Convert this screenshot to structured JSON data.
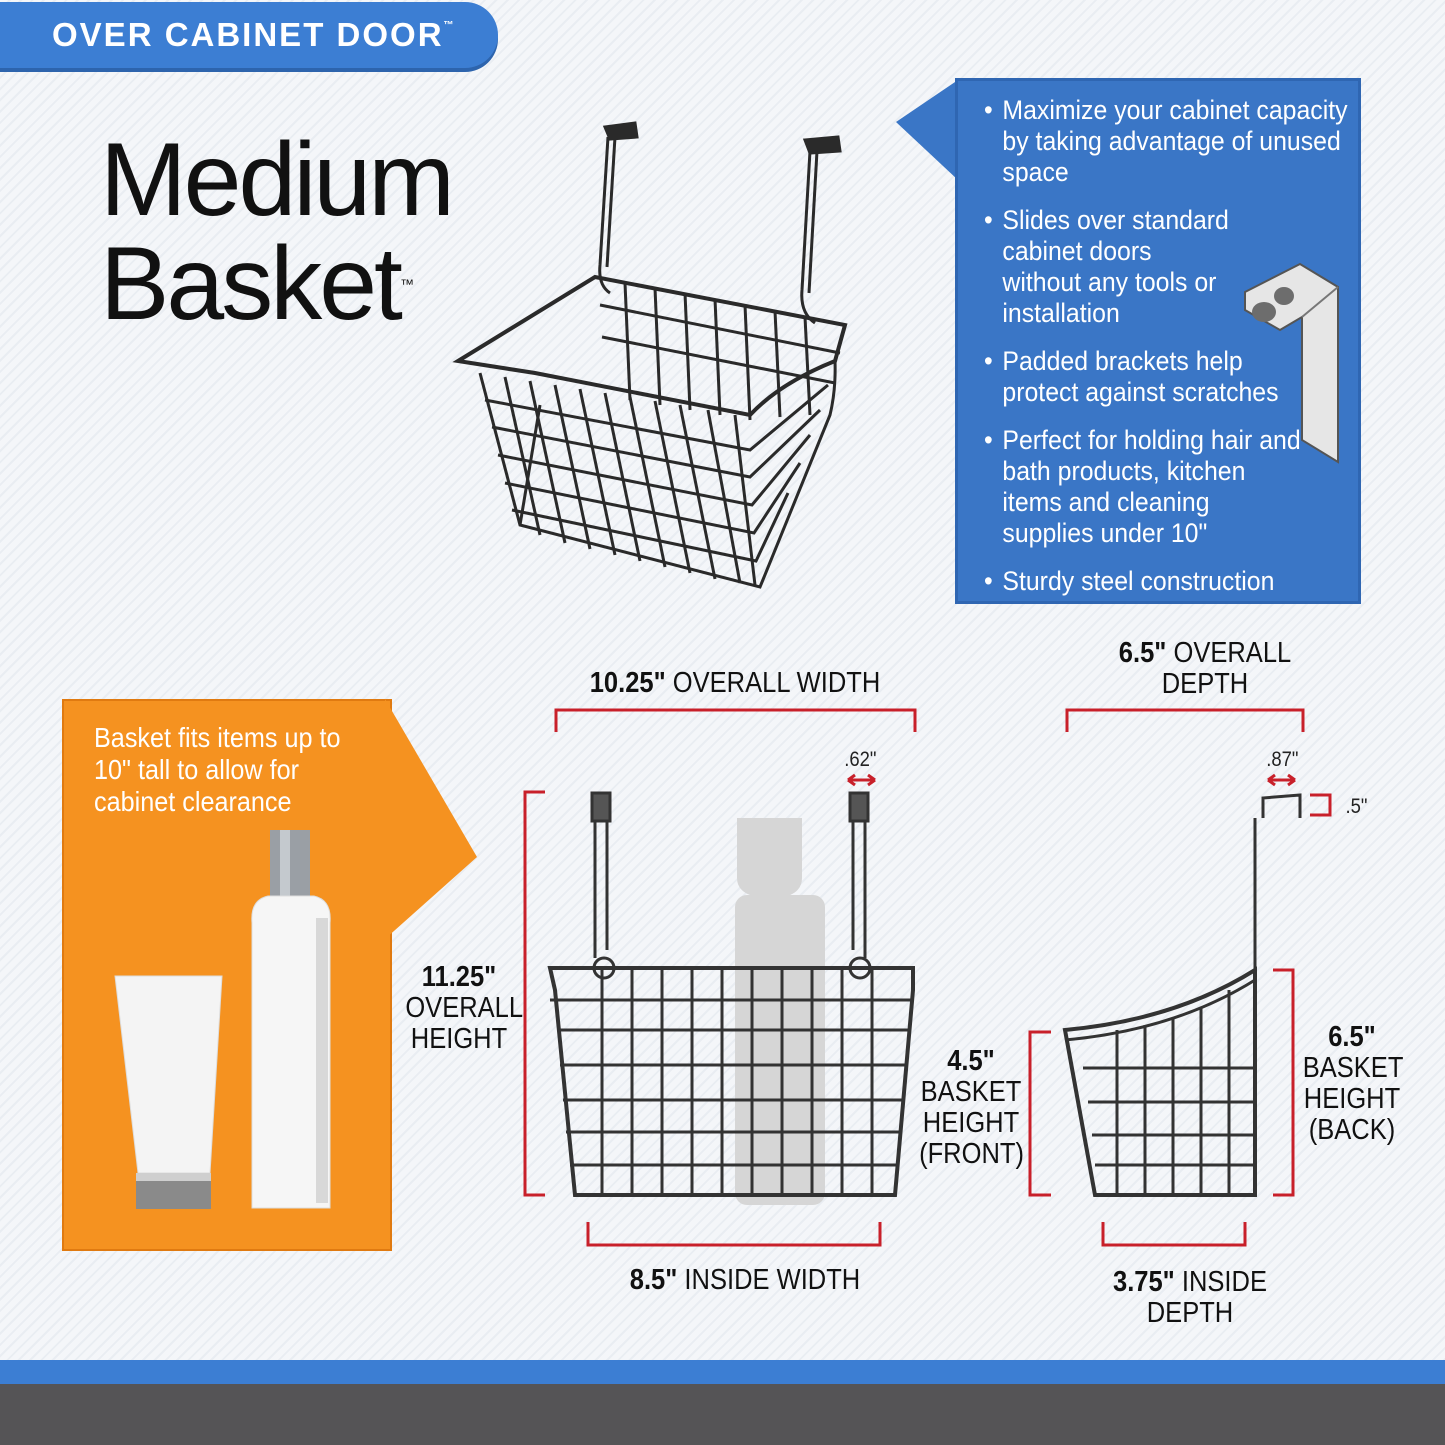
{
  "header": {
    "tab_label": "OVER CABINET DOOR",
    "tab_tm": "™"
  },
  "title": {
    "line1": "Medium",
    "line2": "Basket",
    "tm": "™"
  },
  "features": [
    "Maximize your cabinet capacity by taking advantage of unused space",
    "Slides over standard cabinet doors without any tools or installation",
    "Padded brackets help protect against scratches",
    "Perfect for holding hair and bath products, kitchen items and cleaning supplies under 10\"",
    "Sturdy steel construction"
  ],
  "clearance_note": "Basket fits items up to 10\" tall to allow for cabinet clearance",
  "dimensions": {
    "overall_width": {
      "value": "10.25\"",
      "label": "OVERALL WIDTH"
    },
    "overall_depth": {
      "value": "6.5\"",
      "label_1": "OVERALL",
      "label_2": "DEPTH"
    },
    "overall_height": {
      "value": "11.25\"",
      "label_1": "OVERALL",
      "label_2": "HEIGHT"
    },
    "hook_width_front": ".62\"",
    "hook_width_side": ".87\"",
    "hook_drop": ".5\"",
    "basket_height_front": {
      "value": "4.5\"",
      "label_1": "BASKET",
      "label_2": "HEIGHT",
      "label_3": "(FRONT)"
    },
    "basket_height_back": {
      "value": "6.5\"",
      "label_1": "BASKET",
      "label_2": "HEIGHT",
      "label_3": "(BACK)"
    },
    "inside_width": {
      "value": "8.5\"",
      "label": "INSIDE WIDTH"
    },
    "inside_depth": {
      "value": "3.75\"",
      "label_1": "INSIDE",
      "label_2": "DEPTH"
    }
  },
  "colors": {
    "brand_blue": "#3c7ed3",
    "orange": "#f59220",
    "dimension_red": "#c8202a",
    "footer_gray": "#555456"
  }
}
